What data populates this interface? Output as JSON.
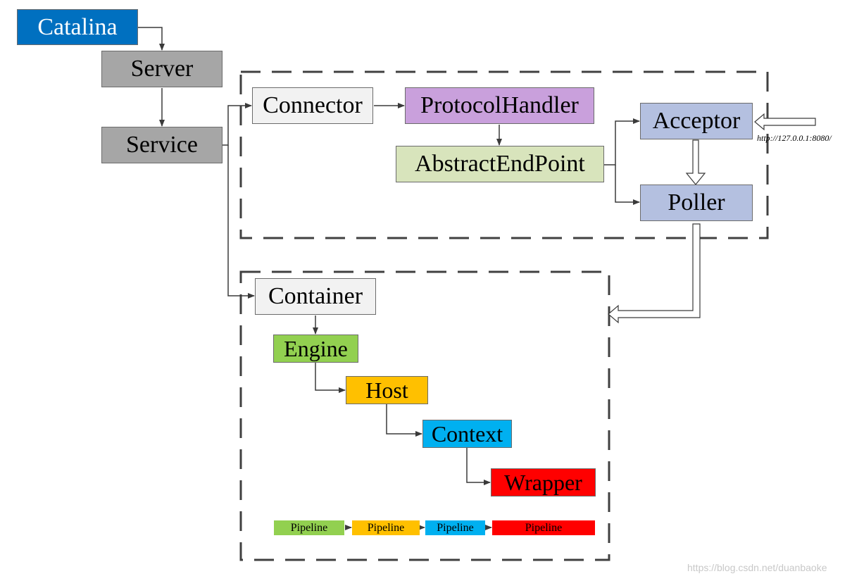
{
  "nodes": {
    "catalina": {
      "label": "Catalina",
      "color": "#0070C0",
      "text_color": "#ffffff"
    },
    "server": {
      "label": "Server",
      "color": "#A6A6A6"
    },
    "service": {
      "label": "Service",
      "color": "#A6A6A6"
    },
    "connector": {
      "label": "Connector",
      "color": "#F2F2F2"
    },
    "protocol_handler": {
      "label": "ProtocolHandler",
      "color": "#C9A0DC"
    },
    "abstract_end_point": {
      "label": "AbstractEndPoint",
      "color": "#D8E4BC"
    },
    "acceptor": {
      "label": "Acceptor",
      "color": "#B4C0E0"
    },
    "poller": {
      "label": "Poller",
      "color": "#B4C0E0"
    },
    "container": {
      "label": "Container",
      "color": "#F2F2F2"
    },
    "engine": {
      "label": "Engine",
      "color": "#92D050"
    },
    "host": {
      "label": "Host",
      "color": "#FFC000"
    },
    "context": {
      "label": "Context",
      "color": "#00B0F0"
    },
    "wrapper": {
      "label": "Wrapper",
      "color": "#FF0000"
    }
  },
  "pipelines": [
    {
      "label": "Pipeline",
      "color": "#92D050"
    },
    {
      "label": "Pipeline",
      "color": "#FFC000"
    },
    {
      "label": "Pipeline",
      "color": "#00B0F0"
    },
    {
      "label": "Pipeline",
      "color": "#FF0000"
    }
  ],
  "request_url": "http://127.0.0.1:8080/",
  "watermark": "https://blog.csdn.net/duanbaoke"
}
